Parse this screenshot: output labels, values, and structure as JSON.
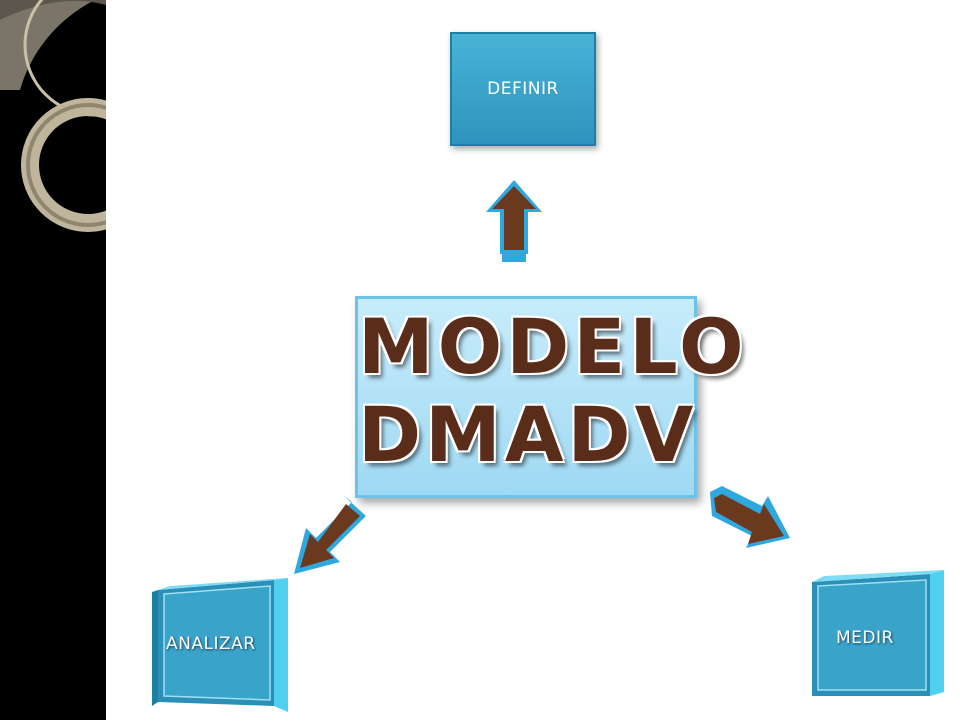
{
  "diagram": {
    "title_line1": "MODELO",
    "title_line2": "DMADV",
    "nodes": {
      "definir": "DEFINIR",
      "analizar": "ANALIZAR",
      "medir": "MEDIR"
    }
  },
  "colors": {
    "box_blue": "#3aa3c9",
    "box_dark": "#1e7fa6",
    "box_side": "#4fd0ee",
    "center_fill": "#b5e3f8",
    "title_brown": "#5a2c1a",
    "arrow_brown": "#6b3a1e",
    "arrow_border": "#2fa8e0"
  }
}
